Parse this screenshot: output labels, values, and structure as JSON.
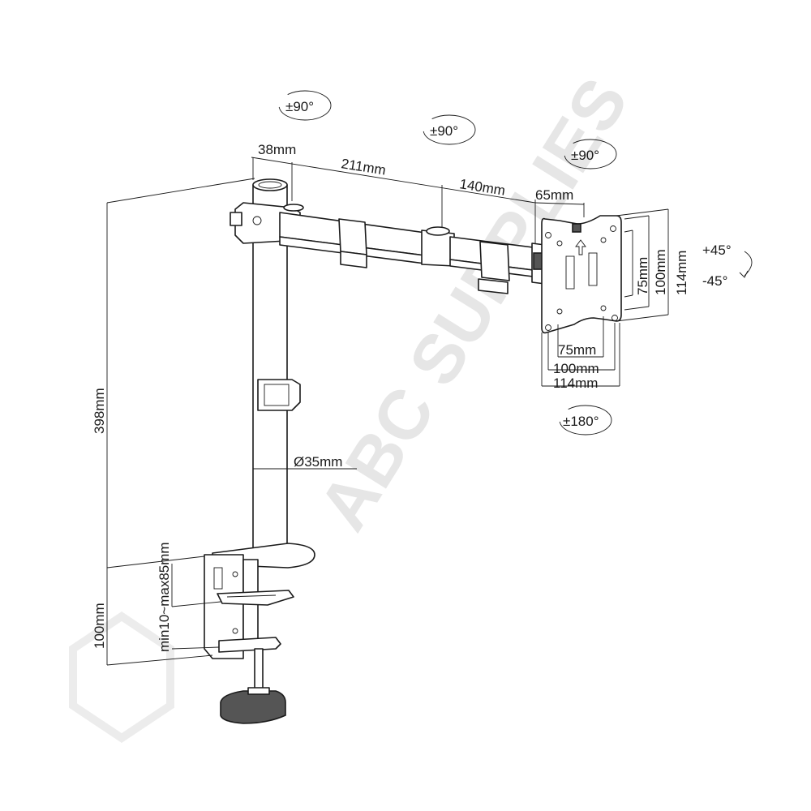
{
  "watermark": {
    "text": "ABC SUPPLIES"
  },
  "dimensions": {
    "pole_to_arm": "38mm",
    "arm_segment_1": "211mm",
    "arm_segment_2": "140mm",
    "arm_to_plate": "65mm",
    "total_height": "398mm",
    "pole_diameter": "Ø35mm",
    "clamp_range": "min10~max85mm",
    "clamp_height": "100mm",
    "vesa_v_75": "75mm",
    "vesa_v_100": "100mm",
    "vesa_v_114": "114mm",
    "vesa_h_75": "75mm",
    "vesa_h_100": "100mm",
    "vesa_h_114": "114mm"
  },
  "rotations": {
    "pole_swivel": "±90°",
    "arm_swivel": "±90°",
    "head_swivel": "±90°",
    "tilt_up": "+45°",
    "tilt_down": "-45°",
    "rotate": "±180°"
  }
}
